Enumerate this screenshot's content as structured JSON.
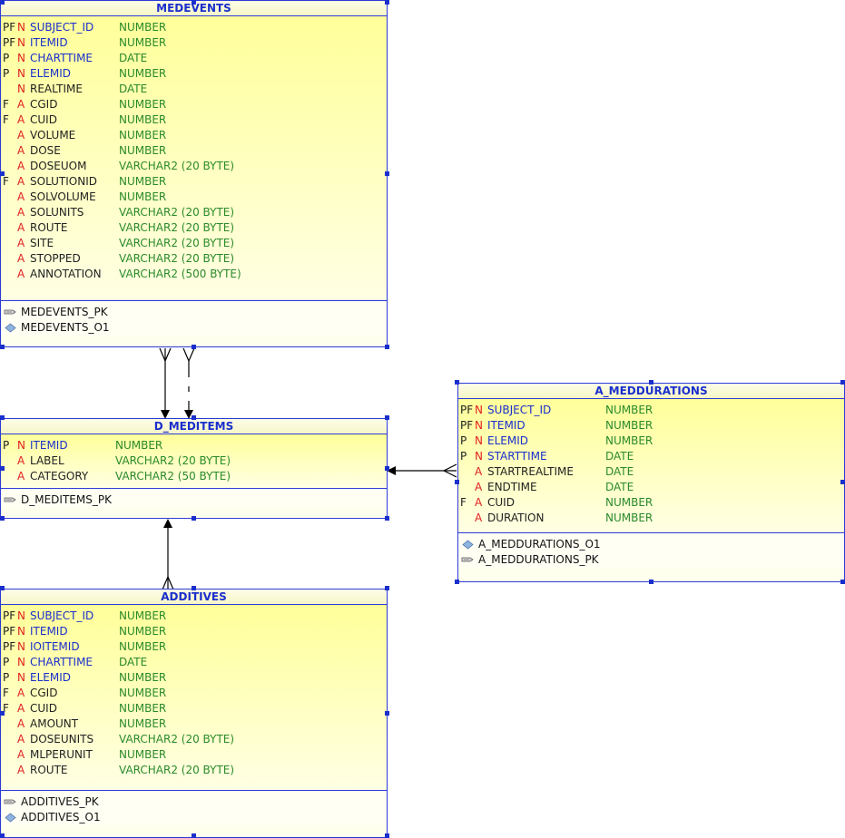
{
  "entities": {
    "medevents": {
      "title": "MEDEVENTS",
      "columns": [
        {
          "flag": "PF",
          "opt": "N",
          "name": "SUBJECT_ID",
          "type": "NUMBER",
          "pk": true
        },
        {
          "flag": "PF",
          "opt": "N",
          "name": "ITEMID",
          "type": "NUMBER",
          "pk": true
        },
        {
          "flag": "P",
          "opt": "N",
          "name": "CHARTTIME",
          "type": "DATE",
          "pk": true
        },
        {
          "flag": "P",
          "opt": "N",
          "name": "ELEMID",
          "type": "NUMBER",
          "pk": true
        },
        {
          "flag": "",
          "opt": "N",
          "name": "REALTIME",
          "type": "DATE",
          "pk": false
        },
        {
          "flag": "F",
          "opt": "A",
          "name": "CGID",
          "type": "NUMBER",
          "pk": false
        },
        {
          "flag": "F",
          "opt": "A",
          "name": "CUID",
          "type": "NUMBER",
          "pk": false
        },
        {
          "flag": "",
          "opt": "A",
          "name": "VOLUME",
          "type": "NUMBER",
          "pk": false
        },
        {
          "flag": "",
          "opt": "A",
          "name": "DOSE",
          "type": "NUMBER",
          "pk": false
        },
        {
          "flag": "",
          "opt": "A",
          "name": "DOSEUOM",
          "type": "VARCHAR2 (20 BYTE)",
          "pk": false
        },
        {
          "flag": "F",
          "opt": "A",
          "name": "SOLUTIONID",
          "type": "NUMBER",
          "pk": false
        },
        {
          "flag": "",
          "opt": "A",
          "name": "SOLVOLUME",
          "type": "NUMBER",
          "pk": false
        },
        {
          "flag": "",
          "opt": "A",
          "name": "SOLUNITS",
          "type": "VARCHAR2 (20 BYTE)",
          "pk": false
        },
        {
          "flag": "",
          "opt": "A",
          "name": "ROUTE",
          "type": "VARCHAR2 (20 BYTE)",
          "pk": false
        },
        {
          "flag": "",
          "opt": "A",
          "name": "SITE",
          "type": "VARCHAR2 (20 BYTE)",
          "pk": false
        },
        {
          "flag": "",
          "opt": "A",
          "name": "STOPPED",
          "type": "VARCHAR2 (20 BYTE)",
          "pk": false
        },
        {
          "flag": "",
          "opt": "A",
          "name": "ANNOTATION",
          "type": "VARCHAR2 (500 BYTE)",
          "pk": false
        }
      ],
      "keys": [
        {
          "icon": "key-icon",
          "name": "MEDEVENTS_PK"
        },
        {
          "icon": "index-icon",
          "name": "MEDEVENTS_O1"
        }
      ]
    },
    "d_meditems": {
      "title": "D_MEDITEMS",
      "columns": [
        {
          "flag": "P",
          "opt": "N",
          "name": "ITEMID",
          "type": "NUMBER",
          "pk": true
        },
        {
          "flag": "",
          "opt": "A",
          "name": "LABEL",
          "type": "VARCHAR2 (20 BYTE)",
          "pk": false
        },
        {
          "flag": "",
          "opt": "A",
          "name": "CATEGORY",
          "type": "VARCHAR2 (50 BYTE)",
          "pk": false
        }
      ],
      "keys": [
        {
          "icon": "key-icon",
          "name": "D_MEDITEMS_PK"
        }
      ]
    },
    "a_meddurations": {
      "title": "A_MEDDURATIONS",
      "columns": [
        {
          "flag": "PF",
          "opt": "N",
          "name": "SUBJECT_ID",
          "type": "NUMBER",
          "pk": true
        },
        {
          "flag": "PF",
          "opt": "N",
          "name": "ITEMID",
          "type": "NUMBER",
          "pk": true
        },
        {
          "flag": "P",
          "opt": "N",
          "name": "ELEMID",
          "type": "NUMBER",
          "pk": true
        },
        {
          "flag": "P",
          "opt": "N",
          "name": "STARTTIME",
          "type": "DATE",
          "pk": true
        },
        {
          "flag": "",
          "opt": "A",
          "name": "STARTREALTIME",
          "type": "DATE",
          "pk": false
        },
        {
          "flag": "",
          "opt": "A",
          "name": "ENDTIME",
          "type": "DATE",
          "pk": false
        },
        {
          "flag": "F",
          "opt": "A",
          "name": "CUID",
          "type": "NUMBER",
          "pk": false
        },
        {
          "flag": "",
          "opt": "A",
          "name": "DURATION",
          "type": "NUMBER",
          "pk": false
        }
      ],
      "keys": [
        {
          "icon": "index-icon",
          "name": "A_MEDDURATIONS_O1"
        },
        {
          "icon": "key-icon",
          "name": "A_MEDDURATIONS_PK"
        }
      ]
    },
    "additives": {
      "title": "ADDITIVES",
      "columns": [
        {
          "flag": "PF",
          "opt": "N",
          "name": "SUBJECT_ID",
          "type": "NUMBER",
          "pk": true
        },
        {
          "flag": "PF",
          "opt": "N",
          "name": "ITEMID",
          "type": "NUMBER",
          "pk": true
        },
        {
          "flag": "PF",
          "opt": "N",
          "name": "IOITEMID",
          "type": "NUMBER",
          "pk": true
        },
        {
          "flag": "P",
          "opt": "N",
          "name": "CHARTTIME",
          "type": "DATE",
          "pk": true
        },
        {
          "flag": "P",
          "opt": "N",
          "name": "ELEMID",
          "type": "NUMBER",
          "pk": true
        },
        {
          "flag": "F",
          "opt": "A",
          "name": "CGID",
          "type": "NUMBER",
          "pk": false
        },
        {
          "flag": "F",
          "opt": "A",
          "name": "CUID",
          "type": "NUMBER",
          "pk": false
        },
        {
          "flag": "",
          "opt": "A",
          "name": "AMOUNT",
          "type": "NUMBER",
          "pk": false
        },
        {
          "flag": "",
          "opt": "A",
          "name": "DOSEUNITS",
          "type": "VARCHAR2 (20 BYTE)",
          "pk": false
        },
        {
          "flag": "",
          "opt": "A",
          "name": "MLPERUNIT",
          "type": "NUMBER",
          "pk": false
        },
        {
          "flag": "",
          "opt": "A",
          "name": "ROUTE",
          "type": "VARCHAR2 (20 BYTE)",
          "pk": false
        }
      ],
      "keys": [
        {
          "icon": "key-icon",
          "name": "ADDITIVES_PK"
        },
        {
          "icon": "index-icon",
          "name": "ADDITIVES_O1"
        }
      ]
    }
  },
  "colors": {
    "border": "#2b3bd6",
    "title_text": "#1a2fcc",
    "pk_column": "#1a2fcc",
    "type_text": "#2a8a2a",
    "mandatory_marker": "#e02020",
    "body_gradient_top": "#ffff9a"
  }
}
